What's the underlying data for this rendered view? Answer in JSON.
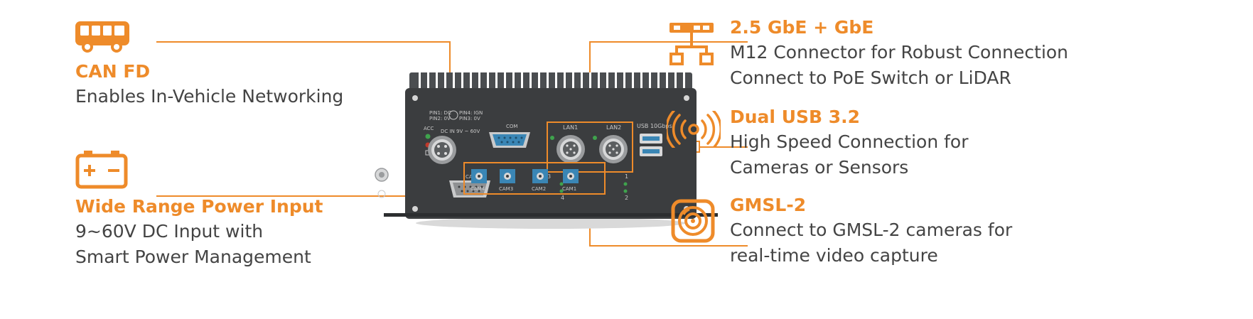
{
  "colors": {
    "accent": "#EE8B2A",
    "text": "#444444",
    "device": "#3b3d3f",
    "port_blue": "#3a86b5"
  },
  "icons": [
    "bus-icon",
    "battery-icon",
    "network-icon",
    "wireless-signal-icon",
    "camera-lens-icon"
  ],
  "callouts": {
    "can_fd": {
      "title": "CAN FD",
      "lines": [
        "Enables In-Vehicle Networking"
      ]
    },
    "power": {
      "title": "Wide Range Power Input",
      "lines": [
        "9~60V DC Input with",
        "Smart Power Management"
      ]
    },
    "gbe": {
      "title": "2.5 GbE + GbE",
      "lines": [
        "M12 Connector for Robust Connection",
        "Connect to PoE Switch or LiDAR"
      ]
    },
    "usb": {
      "title": "Dual USB 3.2",
      "lines": [
        "High Speed Connection for",
        "Cameras or Sensors"
      ]
    },
    "gmsl": {
      "title": "GMSL-2",
      "lines": [
        "Connect to GMSL-2 cameras for",
        "real-time video capture"
      ]
    }
  },
  "device": {
    "pin_left": [
      "PIN1: DC",
      "PIN2: 0V"
    ],
    "pin_right": [
      "PIN4: IGN",
      "PIN3: 0V"
    ],
    "acc": "ACC",
    "dc_in": "DC IN 9V ~ 60V",
    "com": "COM",
    "can": "CAN",
    "lan1": "LAN1",
    "lan2": "LAN2",
    "usb": "USB 10Gbps",
    "cams": [
      "CAM4",
      "CAM3",
      "CAM2",
      "CAM1"
    ],
    "num_3": "3",
    "num_4": "4",
    "num_1": "1",
    "num_2": "2"
  }
}
